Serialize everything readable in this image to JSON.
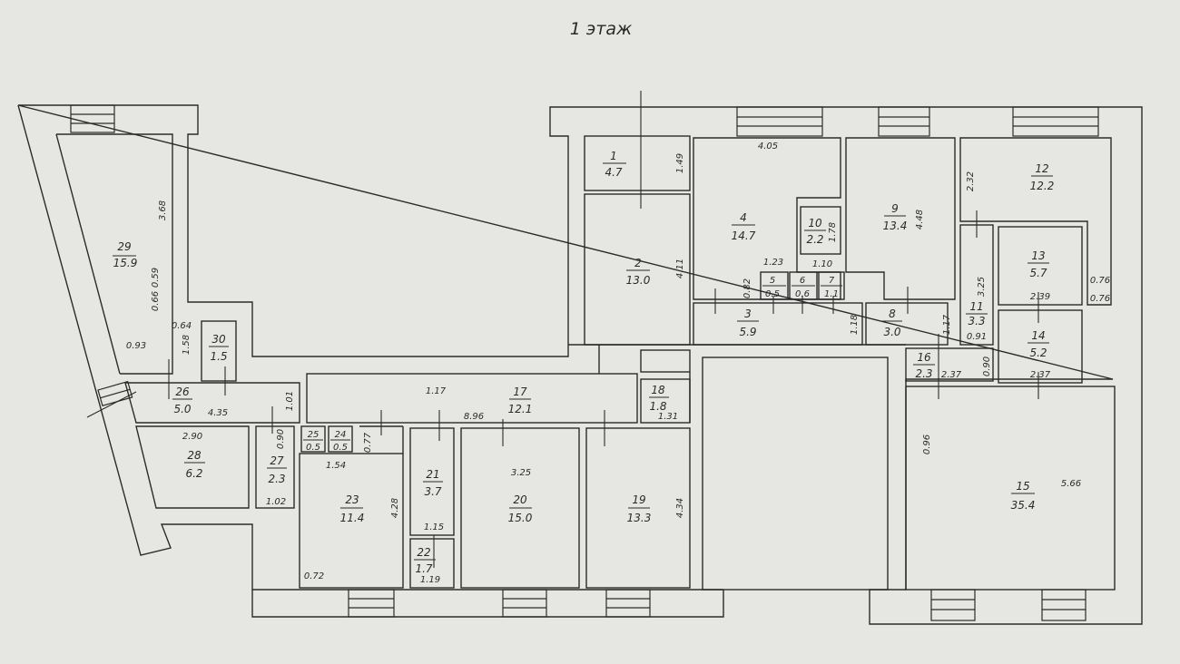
{
  "title": "1 этаж",
  "rooms": [
    {
      "id": "29",
      "number": "29",
      "area": "15.9"
    },
    {
      "id": "30",
      "number": "30",
      "area": "1.5"
    },
    {
      "id": "26",
      "number": "26",
      "area": "5.0"
    },
    {
      "id": "28",
      "number": "28",
      "area": "6.2"
    },
    {
      "id": "27",
      "number": "27",
      "area": "2.3"
    },
    {
      "id": "25",
      "number": "25",
      "area": "0.5"
    },
    {
      "id": "24",
      "number": "24",
      "area": "0.5"
    },
    {
      "id": "23",
      "number": "23",
      "area": "11.4"
    },
    {
      "id": "21",
      "number": "21",
      "area": "3.7"
    },
    {
      "id": "22",
      "number": "22",
      "area": "1.7"
    },
    {
      "id": "20",
      "number": "20",
      "area": "15.0"
    },
    {
      "id": "19",
      "number": "19",
      "area": "13.3"
    },
    {
      "id": "17",
      "number": "17",
      "area": "12.1"
    },
    {
      "id": "18",
      "number": "18",
      "area": "1.8"
    },
    {
      "id": "1",
      "number": "1",
      "area": "4.7"
    },
    {
      "id": "2",
      "number": "2",
      "area": "13.0"
    },
    {
      "id": "3",
      "number": "3",
      "area": "5.9"
    },
    {
      "id": "4",
      "number": "4",
      "area": "14.7"
    },
    {
      "id": "5",
      "number": "5",
      "area": "0.5"
    },
    {
      "id": "6",
      "number": "6",
      "area": "0.6"
    },
    {
      "id": "7",
      "number": "7",
      "area": "1.1"
    },
    {
      "id": "8",
      "number": "8",
      "area": "3.0"
    },
    {
      "id": "9",
      "number": "9",
      "area": "13.4"
    },
    {
      "id": "10",
      "number": "10",
      "area": "2.2"
    },
    {
      "id": "11",
      "number": "11",
      "area": "3.3"
    },
    {
      "id": "12",
      "number": "12",
      "area": "12.2"
    },
    {
      "id": "13",
      "number": "13",
      "area": "5.7"
    },
    {
      "id": "14",
      "number": "14",
      "area": "5.2"
    },
    {
      "id": "15",
      "number": "15",
      "area": "35.4"
    },
    {
      "id": "16",
      "number": "16",
      "area": "2.3"
    }
  ],
  "dimensions": [
    {
      "id": "d368",
      "text": "3.68"
    },
    {
      "id": "d059",
      "text": "0.59"
    },
    {
      "id": "d066",
      "text": "0.66"
    },
    {
      "id": "d064",
      "text": "0.64"
    },
    {
      "id": "d158",
      "text": "1.58"
    },
    {
      "id": "d093",
      "text": "0.93"
    },
    {
      "id": "d435",
      "text": "4.35"
    },
    {
      "id": "d290",
      "text": "2.90"
    },
    {
      "id": "d101",
      "text": "1.01"
    },
    {
      "id": "d090a",
      "text": "0.90"
    },
    {
      "id": "d102",
      "text": "1.02"
    },
    {
      "id": "d154",
      "text": "1.54"
    },
    {
      "id": "d077",
      "text": "0.77"
    },
    {
      "id": "d428",
      "text": "4.28"
    },
    {
      "id": "d072",
      "text": "0.72"
    },
    {
      "id": "d115",
      "text": "1.15"
    },
    {
      "id": "d119",
      "text": "1.19"
    },
    {
      "id": "d896",
      "text": "8.96"
    },
    {
      "id": "d117a",
      "text": "1.17"
    },
    {
      "id": "d325",
      "text": "3.25"
    },
    {
      "id": "d434",
      "text": "4.34"
    },
    {
      "id": "d131",
      "text": "1.31"
    },
    {
      "id": "d149",
      "text": "1.49"
    },
    {
      "id": "d411",
      "text": "4.11"
    },
    {
      "id": "d405",
      "text": "4.05"
    },
    {
      "id": "d123",
      "text": "1.23"
    },
    {
      "id": "d082",
      "text": "0.82"
    },
    {
      "id": "d110",
      "text": "1.10"
    },
    {
      "id": "d178",
      "text": "1.78"
    },
    {
      "id": "d118",
      "text": "1.18"
    },
    {
      "id": "d448",
      "text": "4.48"
    },
    {
      "id": "d117b",
      "text": "1.17"
    },
    {
      "id": "d232",
      "text": "2.32"
    },
    {
      "id": "d325b",
      "text": "3.25"
    },
    {
      "id": "d239",
      "text": "2.39"
    },
    {
      "id": "d076a",
      "text": "0.76"
    },
    {
      "id": "d076b",
      "text": "0.76"
    },
    {
      "id": "d091",
      "text": "0.91"
    },
    {
      "id": "d090b",
      "text": "0.90"
    },
    {
      "id": "d237a",
      "text": "2.37"
    },
    {
      "id": "d237b",
      "text": "2.37"
    },
    {
      "id": "d096",
      "text": "0.96"
    },
    {
      "id": "d566",
      "text": "5.66"
    }
  ]
}
